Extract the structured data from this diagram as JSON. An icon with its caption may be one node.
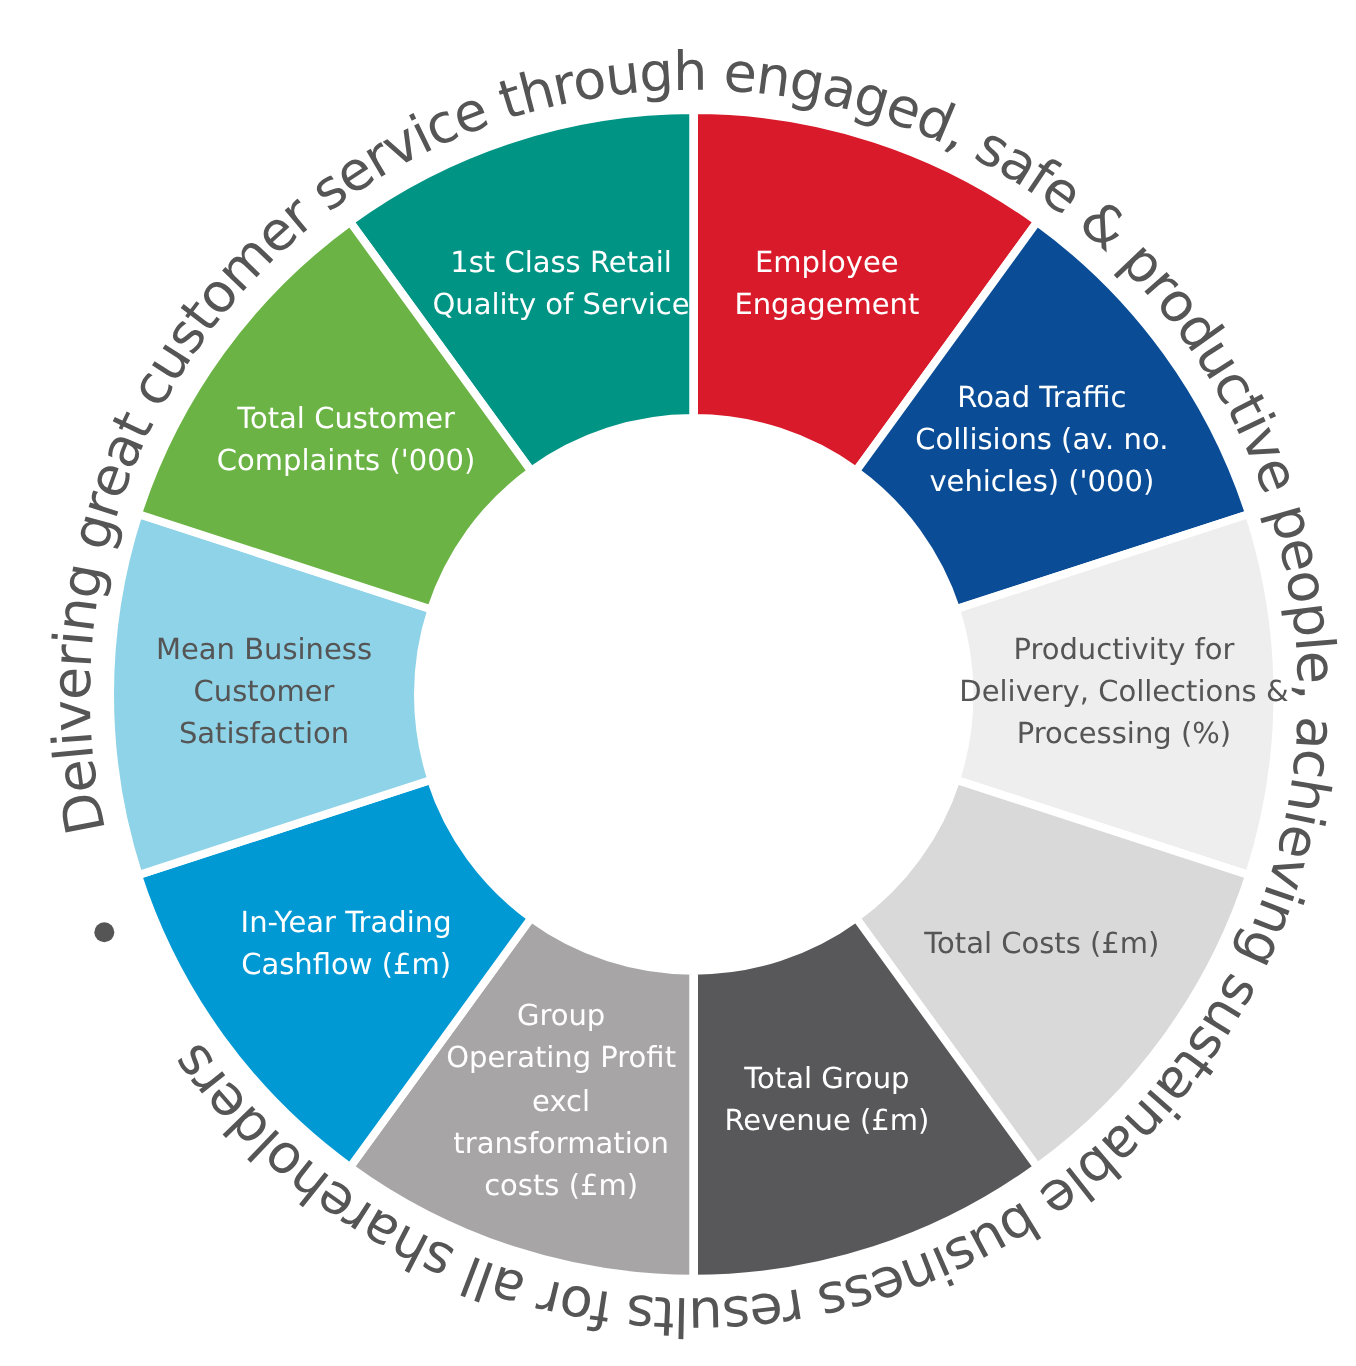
{
  "diagram": {
    "nodes": [
      {
        "text": [
          "1st Class Retail Quality of Service"
        ]
      },
      {
        "text": [
          "Employee Engagement"
        ]
      },
      {
        "text": [
          "Road Traffic Collisions (av. no. vehicles) ('000)"
        ]
      },
      {
        "text": [
          "Productivity for Delivery, Collections & Processing (%)"
        ]
      },
      {
        "text": [
          "Total Costs (£m)"
        ]
      },
      {
        "text": [
          "Total Group Revenue (£m)"
        ]
      },
      {
        "text": [
          "Group Operating Profit excl transformation costs (£m)"
        ]
      },
      {
        "text": [
          "In-Year Trading Cashflow (£m)"
        ]
      },
      {
        "text": [
          "Mean Business Customer Satisfaction"
        ]
      },
      {
        "text": [
          "Total Customer Complaints ('000)"
        ]
      }
    ],
    "edges": [],
    "labels": [
      "Delivering great customer service through engaged, safe & productive people, achieving sustainable business results for all shareholders"
    ]
  }
}
